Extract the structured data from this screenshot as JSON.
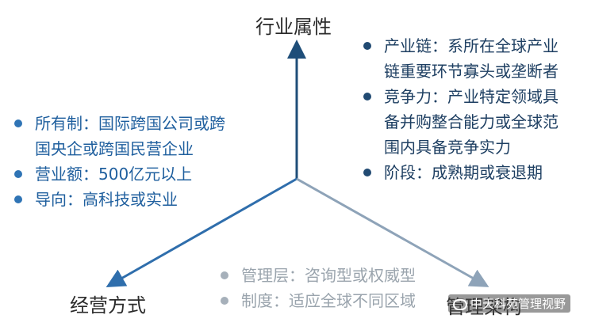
{
  "axes": {
    "top": "行业属性",
    "left": "经营方式",
    "right": "管理架构"
  },
  "right_group": [
    {
      "lines": [
        "产业链：系所在全球产业",
        "链重要环节寡头或垄断者"
      ]
    },
    {
      "lines": [
        "竞争力：产业特定领域具",
        "备并购整合能力或全球范",
        "围内具备竞争实力"
      ]
    },
    {
      "lines": [
        "阶段：成熟期或衰退期"
      ]
    }
  ],
  "left_group": [
    {
      "lines": [
        "所有制：国际跨国公司或跨",
        "国央企或跨国民营企业"
      ]
    },
    {
      "lines": [
        "营业额：500亿元以上"
      ]
    },
    {
      "lines": [
        "导向：高科技或实业"
      ]
    }
  ],
  "bottom_group": [
    {
      "lines": [
        "管理层：咨询型或权威型"
      ]
    },
    {
      "lines": [
        "制度：适应全球不同区域"
      ]
    }
  ],
  "watermark": "中天科苑管理视野",
  "colors": {
    "top_arrow": "#1f4e79",
    "left_arrow": "#2f6eac",
    "right_arrow": "#8ea3b8"
  }
}
